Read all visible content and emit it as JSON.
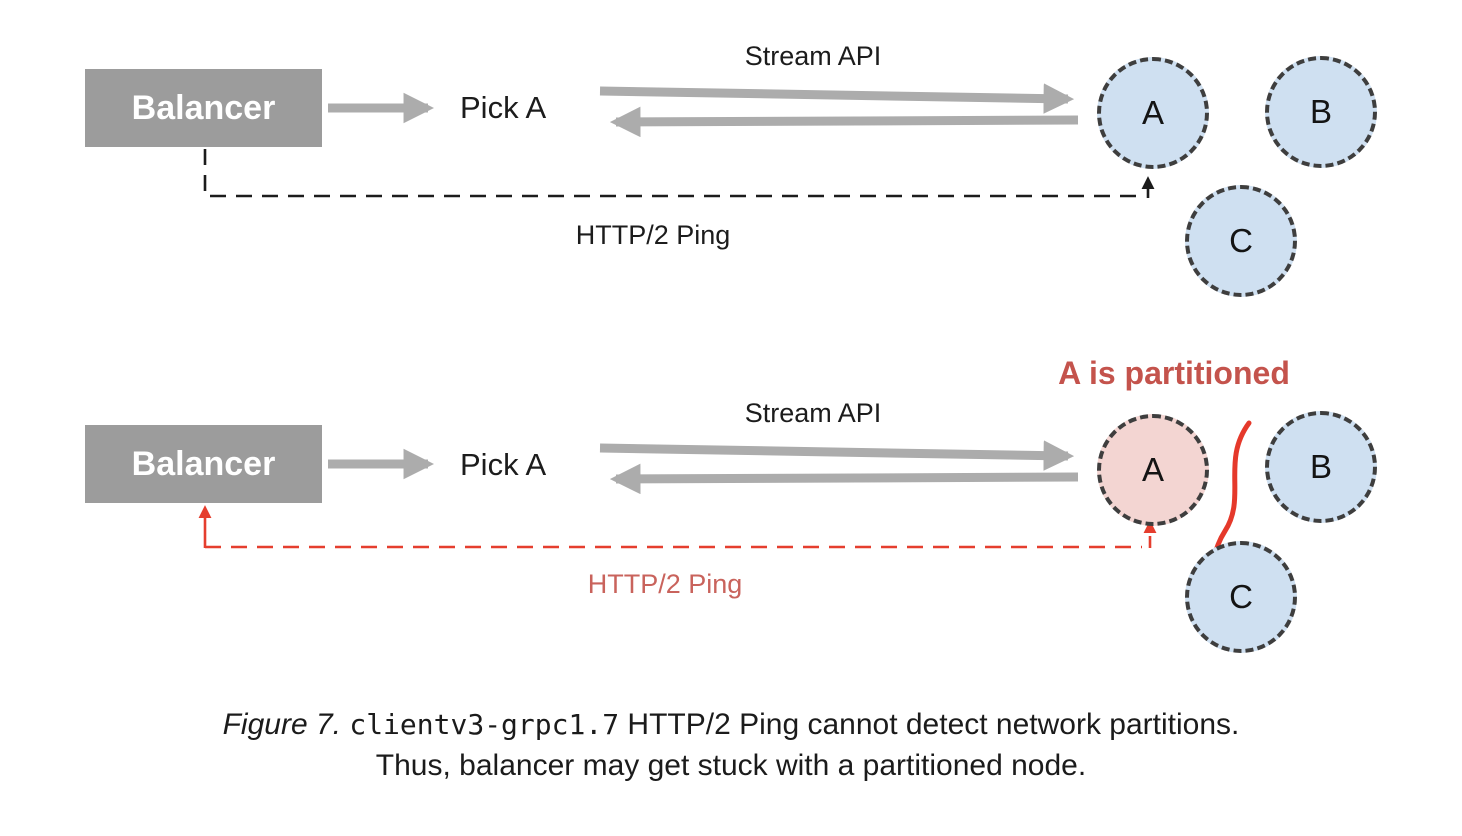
{
  "figure": {
    "type": "diagram",
    "subject": "etcd client balancer HTTP/2 Ping and network partition"
  },
  "colors": {
    "balancer_box": "#9c9c9c",
    "gray_arrow": "#acacac",
    "node_blue": "#cfe0f1",
    "node_pink": "#f3d5d2",
    "node_border": "#3e3e3e",
    "red_line": "#e53e2e",
    "salmon_text": "#c9635c",
    "partition_title_text": "#c4534c",
    "black_text": "#1c1c1c"
  },
  "panels": {
    "top": {
      "balancer": "Balancer",
      "pick": "Pick A",
      "stream_api": "Stream API",
      "ping": "HTTP/2 Ping",
      "node_a": "A",
      "node_b": "B",
      "node_c": "C"
    },
    "bottom": {
      "title": "A is partitioned",
      "balancer": "Balancer",
      "pick": "Pick A",
      "stream_api": "Stream API",
      "ping": "HTTP/2 Ping",
      "node_a": "A",
      "node_b": "B",
      "node_c": "C"
    }
  },
  "caption": {
    "figure_label": "Figure 7.",
    "code": "clientv3-grpc1.7",
    "line1_rest": "HTTP/2 Ping cannot detect network partitions.",
    "line2": "Thus, balancer may get stuck with a partitioned node."
  }
}
